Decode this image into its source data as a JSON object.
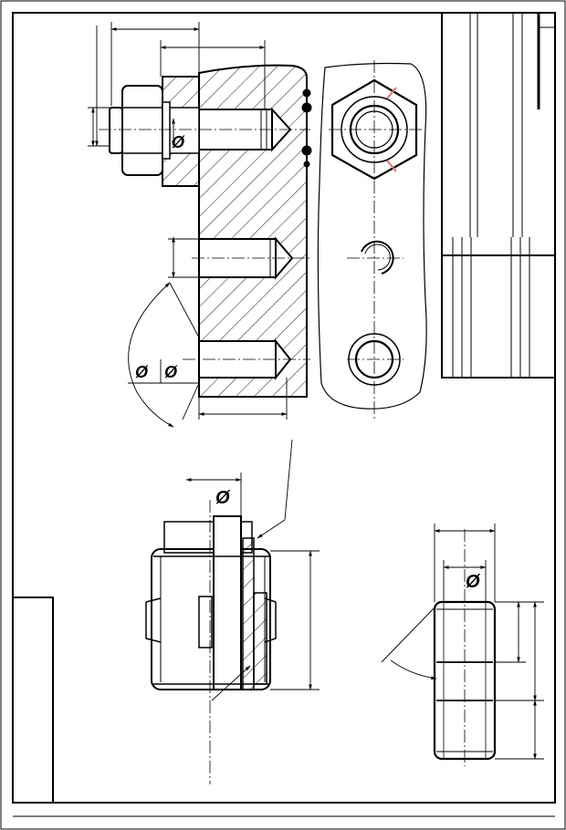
{
  "drawing": {
    "labels": {
      "diameter_main": "Ø",
      "diameter_nut": "Ø",
      "diameter_bolt": "Ø",
      "diameter_pair_a": "Ø",
      "diameter_pair_b": "Ø"
    },
    "colors": {
      "line": "#000000",
      "accent": "#e07070",
      "background": "#ffffff"
    }
  }
}
